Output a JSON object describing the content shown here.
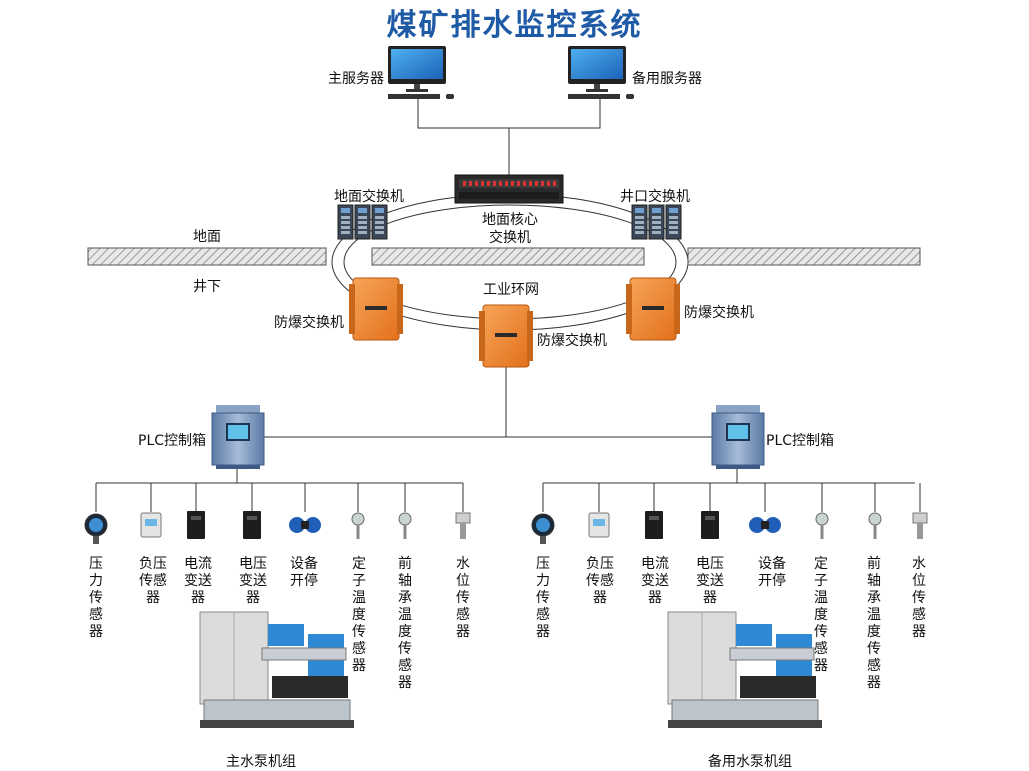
{
  "title": "煤矿排水监控系统",
  "servers": {
    "main": "主服务器",
    "backup": "备用服务器"
  },
  "network": {
    "core_switch_line1": "地面核心",
    "core_switch_line2": "交换机",
    "surface_switch": "地面交换机",
    "shaft_switch": "井口交换机",
    "ring": "工业环网",
    "ex_switch": "防爆交换机"
  },
  "ground": {
    "surface": "地面",
    "underground": "井下"
  },
  "plc": "PLC控制箱",
  "sensors": [
    "压力传感器",
    "负压传感器",
    "电流变送器",
    "电压变送器",
    "设备开停",
    "定子温度传感器",
    "前轴承温度传感器",
    "水位传感器"
  ],
  "pumps": {
    "main": "主水泵机组",
    "backup": "备用水泵机组"
  },
  "colors": {
    "title": "#1f5aa6",
    "explosion_proof": "#f08a2c",
    "plc": "#6f8ab0",
    "screen": "#2a86d8"
  }
}
